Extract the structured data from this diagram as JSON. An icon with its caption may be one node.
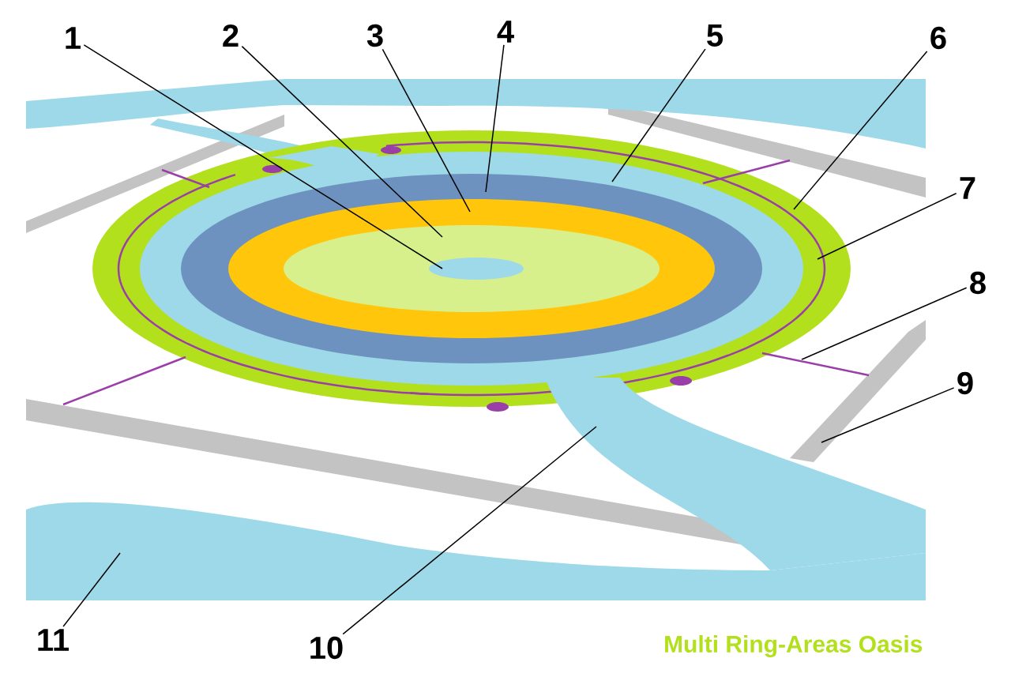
{
  "diagram": {
    "caption": "Multi Ring-Areas Oasis",
    "nodes": [
      {
        "text": [
          "1"
        ]
      },
      {
        "text": [
          "2"
        ]
      },
      {
        "text": [
          "3"
        ]
      },
      {
        "text": [
          "4"
        ]
      },
      {
        "text": [
          "5"
        ]
      },
      {
        "text": [
          "6"
        ]
      },
      {
        "text": [
          "7"
        ]
      },
      {
        "text": [
          "8"
        ]
      },
      {
        "text": [
          "9"
        ]
      },
      {
        "text": [
          "10"
        ]
      },
      {
        "text": [
          "11"
        ]
      }
    ],
    "edges": [
      {
        "from": 0,
        "to": null,
        "arrow": "none"
      },
      {
        "from": 1,
        "to": null,
        "arrow": "none"
      },
      {
        "from": 2,
        "to": null,
        "arrow": "none"
      },
      {
        "from": 3,
        "to": null,
        "arrow": "none"
      },
      {
        "from": 4,
        "to": null,
        "arrow": "none"
      },
      {
        "from": 5,
        "to": null,
        "arrow": "none"
      },
      {
        "from": 6,
        "to": null,
        "arrow": "none"
      },
      {
        "from": 7,
        "to": null,
        "arrow": "none"
      },
      {
        "from": 8,
        "to": null,
        "arrow": "none"
      },
      {
        "from": 9,
        "to": null,
        "arrow": "none"
      },
      {
        "from": 10,
        "to": null,
        "arrow": "none"
      }
    ]
  }
}
